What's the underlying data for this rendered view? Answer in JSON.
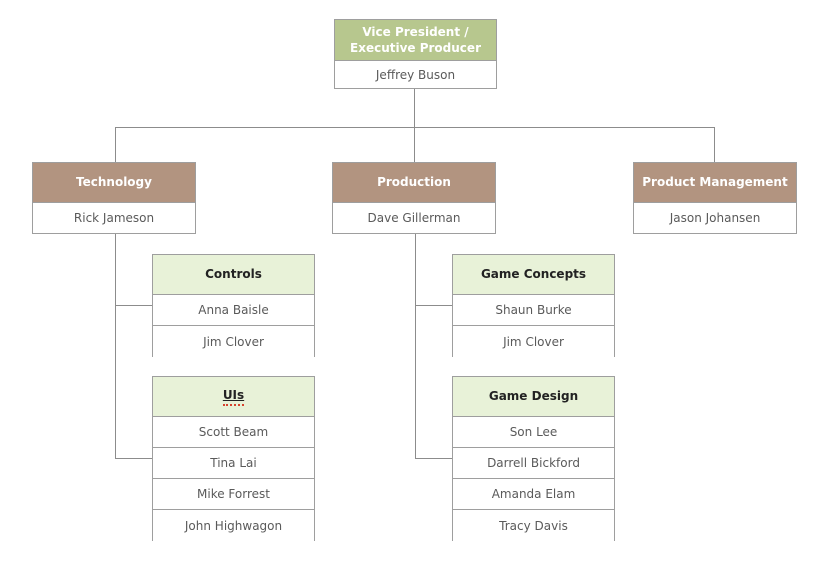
{
  "root": {
    "title": "Vice President /\nExecutive Producer",
    "name": "Jeffrey Buson"
  },
  "departments": {
    "technology": {
      "label": "Technology",
      "manager": "Rick Jameson"
    },
    "production": {
      "label": "Production",
      "manager": "Dave Gillerman"
    },
    "product_management": {
      "label": "Product Management",
      "manager": "Jason Johansen"
    }
  },
  "teams": {
    "controls": {
      "label": "Controls",
      "members": [
        "Anna Baisle",
        "Jim Clover"
      ]
    },
    "uis": {
      "label": "UIs",
      "members": [
        "Scott Beam",
        "Tina Lai",
        "Mike Forrest",
        "John Highwagon"
      ]
    },
    "game_concepts": {
      "label": "Game Concepts",
      "members": [
        "Shaun Burke",
        "Jim Clover"
      ]
    },
    "game_design": {
      "label": "Game Design",
      "members": [
        "Son Lee",
        "Darrell Bickford",
        "Amanda Elam",
        "Tracy Davis"
      ]
    }
  },
  "colors": {
    "root_header_bg": "#b7c78e",
    "department_header_bg": "#b29480",
    "team_header_bg": "#e8f2d8",
    "header_text_on_color": "#ffffff",
    "team_header_text": "#222222",
    "member_text": "#5a5a5a",
    "box_border": "#9e9e9e",
    "connector_line": "#8c8c8c",
    "spellcheck_underline": "#d6442e"
  }
}
